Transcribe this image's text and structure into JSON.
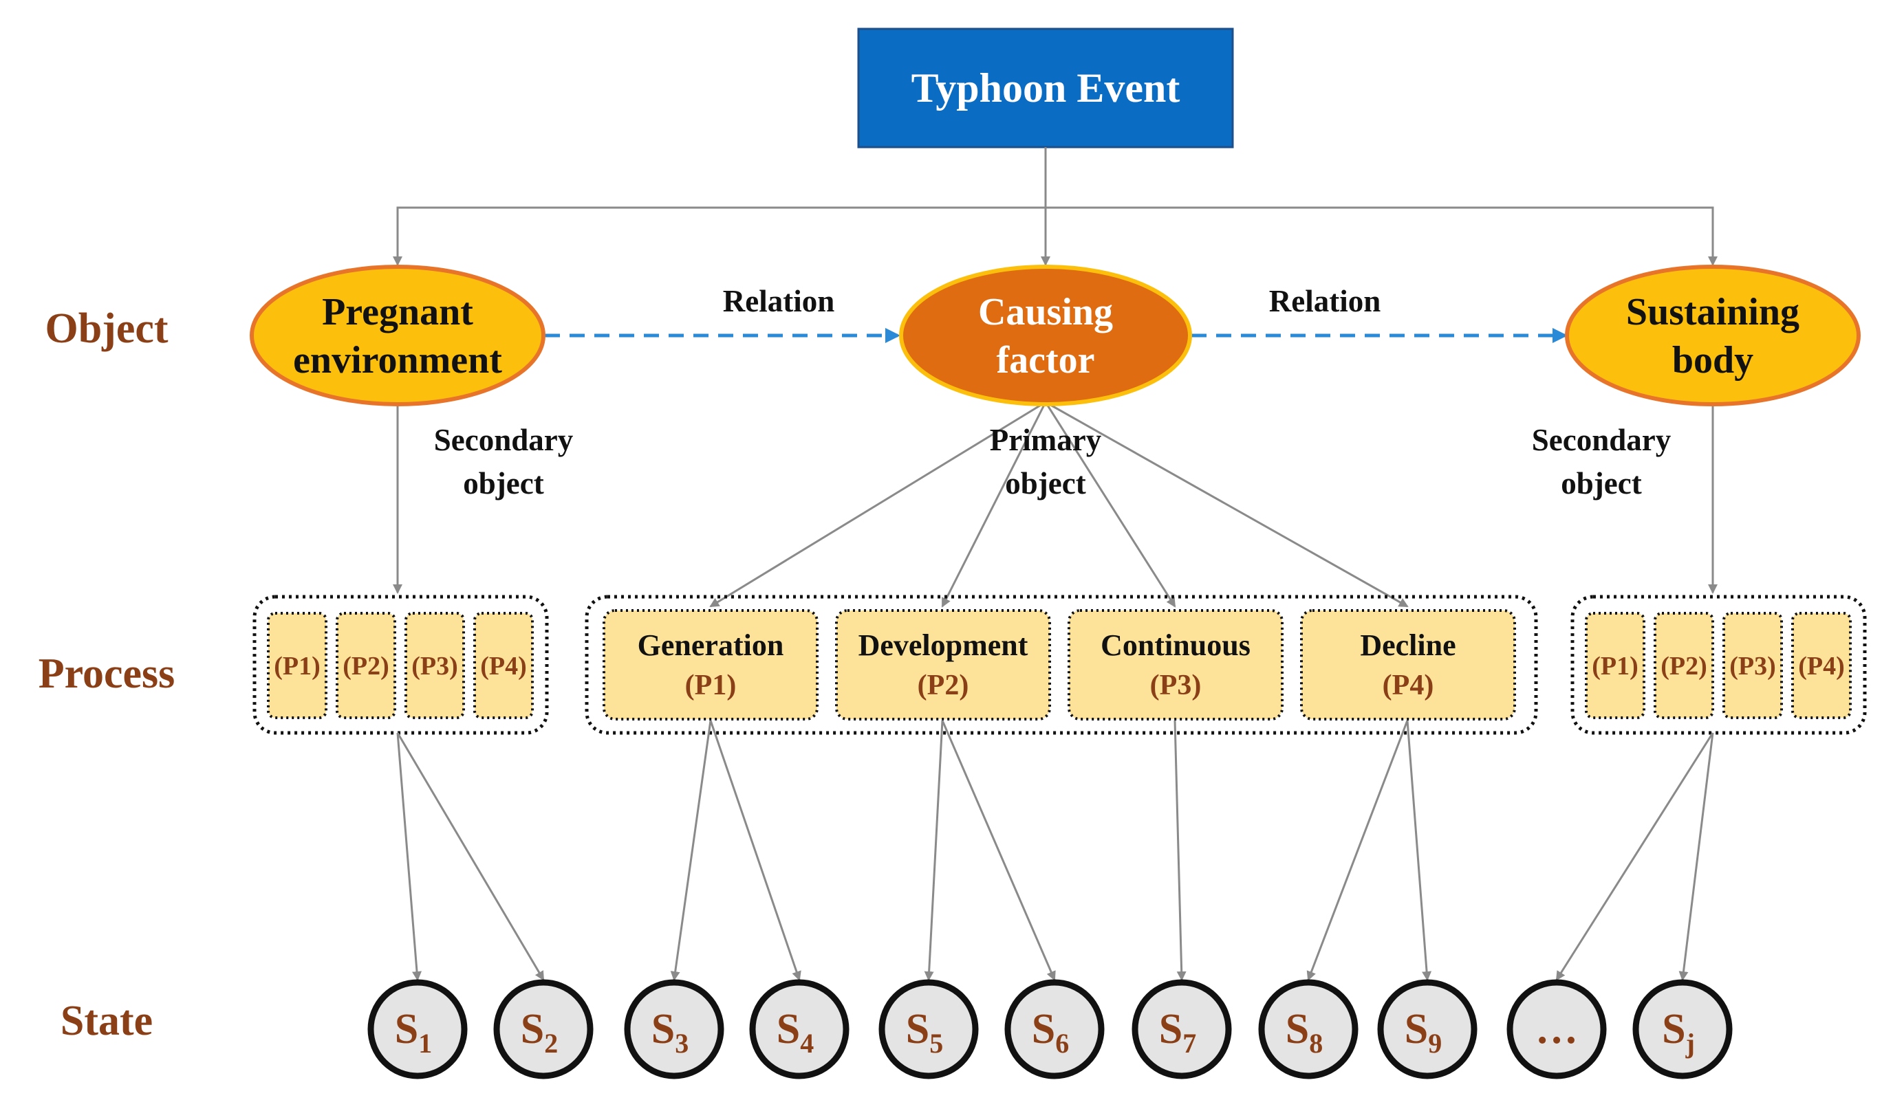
{
  "top": {
    "title": "Typhoon Event"
  },
  "rows": {
    "object": "Object",
    "process": "Process",
    "state": "State"
  },
  "objects": {
    "pregnant": {
      "line1": "Pregnant",
      "line2": "environment"
    },
    "causing": {
      "line1": "Causing",
      "line2": "factor"
    },
    "sustaining": {
      "line1": "Sustaining",
      "line2": "body"
    }
  },
  "relations": {
    "left": "Relation",
    "right": "Relation"
  },
  "object_types": {
    "left": {
      "line1": "Secondary",
      "line2": "object"
    },
    "center": {
      "line1": "Primary",
      "line2": "object"
    },
    "right": {
      "line1": "Secondary",
      "line2": "object"
    }
  },
  "processes_left": [
    "(P1)",
    "(P2)",
    "(P3)",
    "(P4)"
  ],
  "processes_right": [
    "(P1)",
    "(P2)",
    "(P3)",
    "(P4)"
  ],
  "processes_main": [
    {
      "name": "Generation",
      "code": "(P1)"
    },
    {
      "name": "Development",
      "code": "(P2)"
    },
    {
      "name": "Continuous",
      "code": "(P3)"
    },
    {
      "name": "Decline",
      "code": "(P4)"
    }
  ],
  "states": [
    {
      "label": "S",
      "sub": "1"
    },
    {
      "label": "S",
      "sub": "2"
    },
    {
      "label": "S",
      "sub": "3"
    },
    {
      "label": "S",
      "sub": "4"
    },
    {
      "label": "S",
      "sub": "5"
    },
    {
      "label": "S",
      "sub": "6"
    },
    {
      "label": "S",
      "sub": "7"
    },
    {
      "label": "S",
      "sub": "8"
    },
    {
      "label": "S",
      "sub": "9"
    },
    {
      "label": "…",
      "sub": ""
    },
    {
      "label": "S",
      "sub": "j"
    }
  ],
  "colors": {
    "title_box": "#0b6cc4",
    "ellipse_yellow": "#fcc00c",
    "ellipse_orange": "#e06c12",
    "process_fill": "#fde39a",
    "state_fill": "#e4e4e4",
    "row_label": "#8b3f16",
    "relation_arrow": "#2a8ad8",
    "connector": "#8a8a8a"
  }
}
